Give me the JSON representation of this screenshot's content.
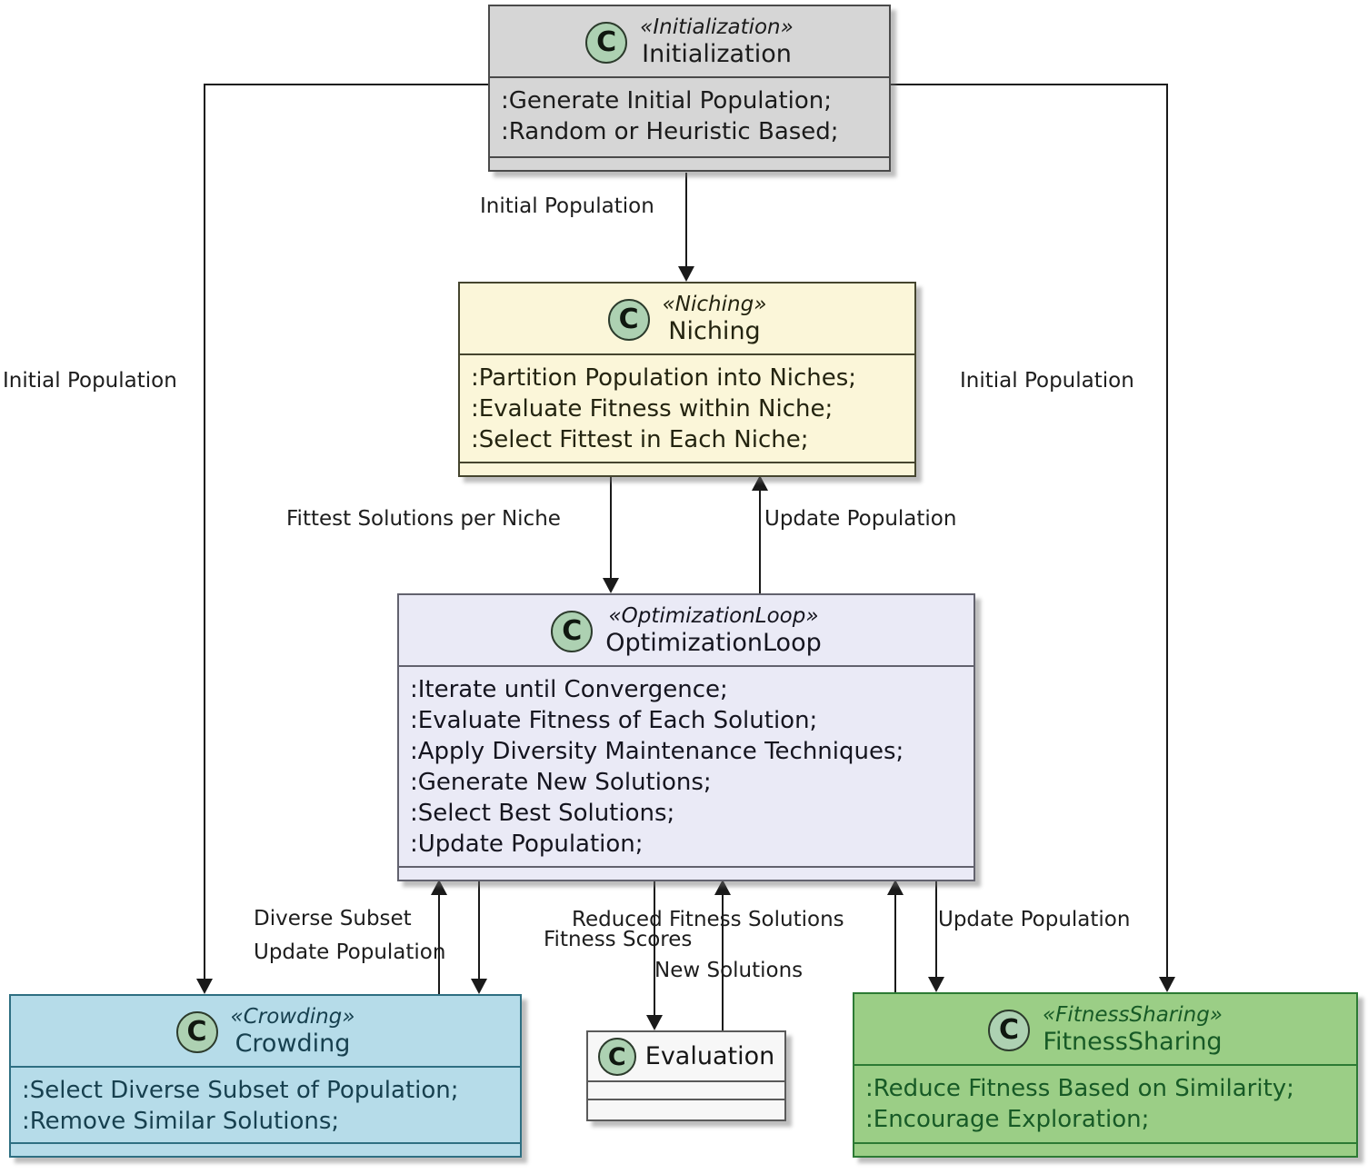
{
  "diagram_type": "uml-class-activity-diagram",
  "icons": {
    "class_letter": "C"
  },
  "colors": {
    "initialization_fill": "#d6d6d6",
    "niching_fill": "#fbf6d9",
    "optimization_loop_fill": "#eaeaf6",
    "crowding_fill": "#b6dce9",
    "evaluation_fill": "#f7f7f7",
    "fitness_sharing_fill": "#9bce86",
    "class_icon_fill": "#add1b2",
    "edge_color": "#1a1a1a"
  },
  "nodes": {
    "initialization": {
      "stereotype": "«Initialization»",
      "name": "Initialization",
      "lines": [
        ":Generate Initial Population;",
        ":Random or Heuristic Based;"
      ]
    },
    "niching": {
      "stereotype": "«Niching»",
      "name": "Niching",
      "lines": [
        ":Partition Population into Niches;",
        ":Evaluate Fitness within Niche;",
        ":Select Fittest in Each Niche;"
      ]
    },
    "optimization_loop": {
      "stereotype": "«OptimizationLoop»",
      "name": "OptimizationLoop",
      "lines": [
        ":Iterate until Convergence;",
        ":Evaluate Fitness of Each Solution;",
        ":Apply Diversity Maintenance Techniques;",
        ":Generate New Solutions;",
        ":Select Best Solutions;",
        ":Update Population;"
      ]
    },
    "crowding": {
      "stereotype": "«Crowding»",
      "name": "Crowding",
      "lines": [
        ":Select Diverse Subset of Population;",
        ":Remove Similar Solutions;"
      ]
    },
    "evaluation": {
      "name": "Evaluation"
    },
    "fitness_sharing": {
      "stereotype": "«FitnessSharing»",
      "name": "FitnessSharing",
      "lines": [
        ":Reduce Fitness Based on Similarity;",
        ":Encourage Exploration;"
      ]
    }
  },
  "labels": {
    "initial_population_center": "Initial Population",
    "initial_population_left": "Initial Population",
    "initial_population_right": "Initial Population",
    "fittest_solutions_per_niche": "Fittest Solutions per Niche",
    "update_population_to_niching": "Update Population",
    "diverse_subset": "Diverse Subset",
    "update_population_to_crowding": "Update Population",
    "fitness_scores": "Fitness Scores",
    "new_solutions": "New Solutions",
    "reduced_fitness_solutions": "Reduced Fitness Solutions",
    "update_population_to_fitness_sharing": "Update Population"
  }
}
